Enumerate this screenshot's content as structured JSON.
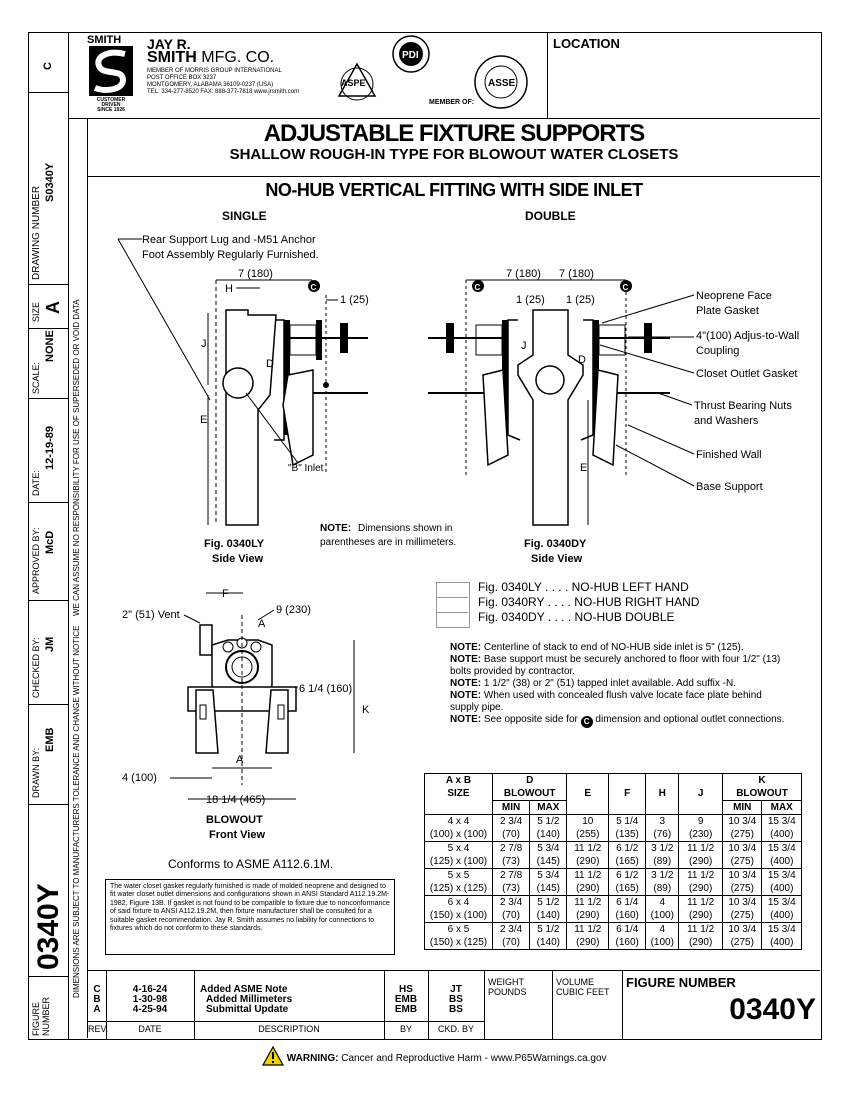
{
  "company": {
    "brand_top": "SMITH",
    "name_line1": "JAY R.",
    "name_line2": "SMITH",
    "name_suffix": "MFG. CO.",
    "address_lines": [
      "MEMBER OF MORRIS GROUP INTERNATIONAL",
      "POST OFFICE BOX 3237",
      "MONTGOMERY, ALABAMA 36109-0237 (USA)",
      "TEL: 334-277-8520   FAX: 888-377-7818   www.jrsmith.com"
    ],
    "tagline": [
      "CUSTOMER",
      "DRIVEN",
      "SINCE 1926"
    ],
    "member_of": "MEMBER OF:",
    "logos": [
      "PDI",
      "ASPE",
      "ASSE"
    ]
  },
  "location_label": "LOCATION",
  "title": "ADJUSTABLE FIXTURE SUPPORTS",
  "subtitle": "SHALLOW ROUGH-IN TYPE FOR BLOWOUT WATER CLOSETS",
  "section_title": "NO-HUB VERTICAL FITTING WITH SIDE INLET",
  "single_label": "SINGLE",
  "double_label": "DOUBLE",
  "callouts": {
    "rear_support": "Rear Support Lug and -M51 Anchor",
    "rear_support2": "Foot Assembly Regularly Furnished.",
    "neoprene": "Neoprene Face",
    "neoprene2": "Plate Gasket",
    "adjust": "4\"(100) Adjus-to-Wall",
    "adjust2": "Coupling",
    "closet_outlet": "Closet Outlet Gasket",
    "thrust": "Thrust Bearing Nuts",
    "thrust2": "and Washers",
    "finished_wall": "Finished Wall",
    "base_support": "Base Support",
    "b_inlet": "\"B\" Inlet"
  },
  "dims": {
    "d7": "7 (180)",
    "d1": "1 (25)",
    "d9": "9 (230)",
    "d614": "6 1/4 (160)",
    "d4": "4 (100)",
    "d1814": "18 1/4 (465)",
    "vent": "2\" (51) Vent"
  },
  "letters": {
    "H": "H",
    "J": "J",
    "D": "D",
    "E": "E",
    "F": "F",
    "A": "A",
    "K": "K",
    "C": "C"
  },
  "mm_note_label": "NOTE:",
  "mm_note": "Dimensions shown in",
  "mm_note2": "parentheses are in millimeters.",
  "fig_single": "Fig. 0340LY",
  "fig_single_sub": "Side View",
  "fig_double": "Fig. 0340DY",
  "fig_double_sub": "Side View",
  "fig_front": "BLOWOUT",
  "fig_front_sub": "Front View",
  "figure_list": [
    {
      "fig": "Fig. 0340LY . . . .",
      "desc": "NO-HUB LEFT HAND"
    },
    {
      "fig": "Fig. 0340RY . . . .",
      "desc": "NO-HUB RIGHT HAND"
    },
    {
      "fig": "Fig. 0340DY . . . .",
      "desc": "NO-HUB DOUBLE"
    }
  ],
  "notes": [
    {
      "label": "NOTE:",
      "text": "Centerline of stack to end of NO-HUB side inlet is 5\" (125)."
    },
    {
      "label": "NOTE:",
      "text": "Base support must be securely anchored to floor with four 1/2\" (13) bolts provided by contractor."
    },
    {
      "label": "NOTE:",
      "text": "1 1/2\" (38) or 2\" (51) tapped inlet available. Add suffix -N."
    },
    {
      "label": "NOTE:",
      "text": "When used with concealed flush valve locate face plate behind supply pipe."
    },
    {
      "label": "NOTE:",
      "text": "See opposite side for",
      "text2": "dimension and optional outlet connections."
    }
  ],
  "conforms": "Conforms to ASME A112.6.1M.",
  "gasket_note": "The water closet gasket regularly furnished is made of molded neoprene and designed to fit water closet outlet dimensions and configurations shown in ANSI Standard A112.19.2M-1982, Figure 13B.  If gasket is not found to be compatible to fixture due to nonconformance of said fixture to ANSI A112.19.2M, then fixture manufacturer shall be consulted for a suitable gasket recommendation.  Jay R. Smith assumes no liability for connections to fixtures which do not conform to these standards.",
  "table": {
    "headers": {
      "axb": "A x B",
      "size": "SIZE",
      "d": "D",
      "d_sub": "BLOWOUT",
      "e": "E",
      "f": "F",
      "h": "H",
      "j": "J",
      "k": "K",
      "k_sub": "BLOWOUT",
      "min": "MIN",
      "max": "MAX"
    },
    "rows": [
      {
        "size": [
          "4 x 4",
          "(100) x (100)"
        ],
        "dmin": [
          "2 3/4",
          "(70)"
        ],
        "dmax": [
          "5 1/2",
          "(140)"
        ],
        "e": [
          "10",
          "(255)"
        ],
        "f": [
          "5 1/4",
          "(135)"
        ],
        "h": [
          "3",
          "(76)"
        ],
        "j": [
          "9",
          "(230)"
        ],
        "kmin": [
          "10 3/4",
          "(275)"
        ],
        "kmax": [
          "15 3/4",
          "(400)"
        ]
      },
      {
        "size": [
          "5 x 4",
          "(125) x (100)"
        ],
        "dmin": [
          "2 7/8",
          "(73)"
        ],
        "dmax": [
          "5 3/4",
          "(145)"
        ],
        "e": [
          "11 1/2",
          "(290)"
        ],
        "f": [
          "6 1/2",
          "(165)"
        ],
        "h": [
          "3 1/2",
          "(89)"
        ],
        "j": [
          "11 1/2",
          "(290)"
        ],
        "kmin": [
          "10 3/4",
          "(275)"
        ],
        "kmax": [
          "15 3/4",
          "(400)"
        ]
      },
      {
        "size": [
          "5 x 5",
          "(125) x (125)"
        ],
        "dmin": [
          "2 7/8",
          "(73)"
        ],
        "dmax": [
          "5 3/4",
          "(145)"
        ],
        "e": [
          "11 1/2",
          "(290)"
        ],
        "f": [
          "6 1/2",
          "(165)"
        ],
        "h": [
          "3 1/2",
          "(89)"
        ],
        "j": [
          "11 1/2",
          "(290)"
        ],
        "kmin": [
          "10 3/4",
          "(275)"
        ],
        "kmax": [
          "15 3/4",
          "(400)"
        ]
      },
      {
        "size": [
          "6 x 4",
          "(150) x (100)"
        ],
        "dmin": [
          "2 3/4",
          "(70)"
        ],
        "dmax": [
          "5 1/2",
          "(140)"
        ],
        "e": [
          "11 1/2",
          "(290)"
        ],
        "f": [
          "6 1/4",
          "(160)"
        ],
        "h": [
          "4",
          "(100)"
        ],
        "j": [
          "11 1/2",
          "(290)"
        ],
        "kmin": [
          "10 3/4",
          "(275)"
        ],
        "kmax": [
          "15 3/4",
          "(400)"
        ]
      },
      {
        "size": [
          "6 x 5",
          "(150) x (125)"
        ],
        "dmin": [
          "2 3/4",
          "(70)"
        ],
        "dmax": [
          "5 1/2",
          "(140)"
        ],
        "e": [
          "11 1/2",
          "(290)"
        ],
        "f": [
          "6 1/4",
          "(160)"
        ],
        "h": [
          "4",
          "(100)"
        ],
        "j": [
          "11 1/2",
          "(290)"
        ],
        "kmin": [
          "10 3/4",
          "(275)"
        ],
        "kmax": [
          "15 3/4",
          "(400)"
        ]
      }
    ]
  },
  "revisions": {
    "revs": [
      "C",
      "B",
      "A"
    ],
    "dates": [
      "4-16-24",
      "1-30-98",
      "4-25-94"
    ],
    "descs": [
      "Added ASME Note",
      "Added Millimeters",
      "Submittal Update"
    ],
    "by": [
      "HS",
      "EMB",
      "EMB"
    ],
    "ckd": [
      "JT",
      "BS",
      "BS"
    ],
    "col_rev": "REV.",
    "col_date": "DATE",
    "col_desc": "DESCRIPTION",
    "col_by": "BY",
    "col_ckd": "CKD. BY"
  },
  "weight_label": "WEIGHT",
  "weight_unit": "POUNDS",
  "volume_label": "VOLUME",
  "volume_unit": "CUBIC FEET",
  "figure_number_label": "FIGURE NUMBER",
  "figure_number": "0340Y",
  "sidebar": {
    "rev": "C",
    "drawing_number_label": "DRAWING NUMBER",
    "drawing_number": "S0340Y",
    "size_label": "SIZE",
    "size": "A",
    "scale_label": "SCALE:",
    "scale": "NONE",
    "date_label": "DATE:",
    "date": "12-19-89",
    "approved_label": "APPROVED BY:",
    "approved": "McD",
    "checked_label": "CHECKED BY:",
    "checked": "JM",
    "drawn_label": "DRAWN BY:",
    "drawn": "EMB",
    "figure_big": "0340Y",
    "figure_number_label": "FIGURE NUMBER",
    "disclaimer1": "WE CAN ASSUME NO RESPONSIBILITY FOR USE OF SUPERSEDED OR VOID DATA",
    "disclaimer2": "DIMENSIONS ARE SUBJECT TO MANUFACTURERS TOLERANCE AND CHANGE WITHOUT NOTICE"
  },
  "warning_label": "WARNING:",
  "warning_text": "Cancer and Reproductive Harm - www.P65Warnings.ca.gov",
  "warning_icon": "warning-triangle-icon"
}
